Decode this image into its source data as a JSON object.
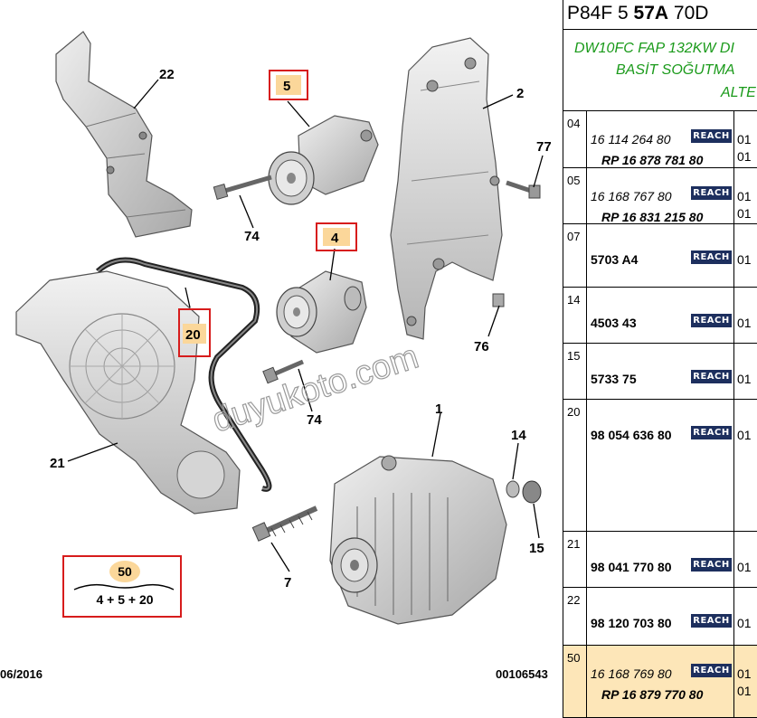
{
  "header": {
    "ref_a": "P84F 5 ",
    "ref_b": "57A",
    "ref_c": " 70D",
    "desc1": "DW10FC FAP 132KW DI",
    "desc2": "BASİT SOĞUTMA",
    "desc3": "ALTE"
  },
  "diagram": {
    "date": "06/2016",
    "code": "00106543",
    "watermark": "duyukoto.com",
    "labels": {
      "l22": "22",
      "l5": "5",
      "l2": "2",
      "l77": "77",
      "l74a": "74",
      "l4": "4",
      "l20": "20",
      "l76": "76",
      "l74b": "74",
      "l21": "21",
      "l1": "1",
      "l14": "14",
      "l15": "15",
      "l7": "7"
    },
    "kit": {
      "number": "50",
      "formula": "4 + 5 + 20"
    }
  },
  "reach_label": "REACH",
  "rows": [
    {
      "no": "04",
      "pn": "16 114 264 80",
      "rp": "RP 16 878 781 80",
      "qty": "01",
      "qty2": "01"
    },
    {
      "no": "05",
      "pn": "16 168 767 80",
      "rp": "RP 16 831 215 80",
      "qty": "01",
      "qty2": "01"
    },
    {
      "no": "07",
      "pn": "5703 A4",
      "qty": "01"
    },
    {
      "no": "14",
      "pn": "4503 43",
      "qty": "01"
    },
    {
      "no": "15",
      "pn": "5733 75",
      "qty": "01"
    },
    {
      "no": "20",
      "pn": "98 054 636 80",
      "qty": "01"
    },
    {
      "no": "21",
      "pn": "98 041 770 80",
      "qty": "01"
    },
    {
      "no": "22",
      "pn": "98 120 703 80",
      "qty": "01"
    },
    {
      "no": "50",
      "pn": "16 168 769 80",
      "rp": "RP 16 879 770 80",
      "qty": "01",
      "qty2": "01"
    }
  ]
}
